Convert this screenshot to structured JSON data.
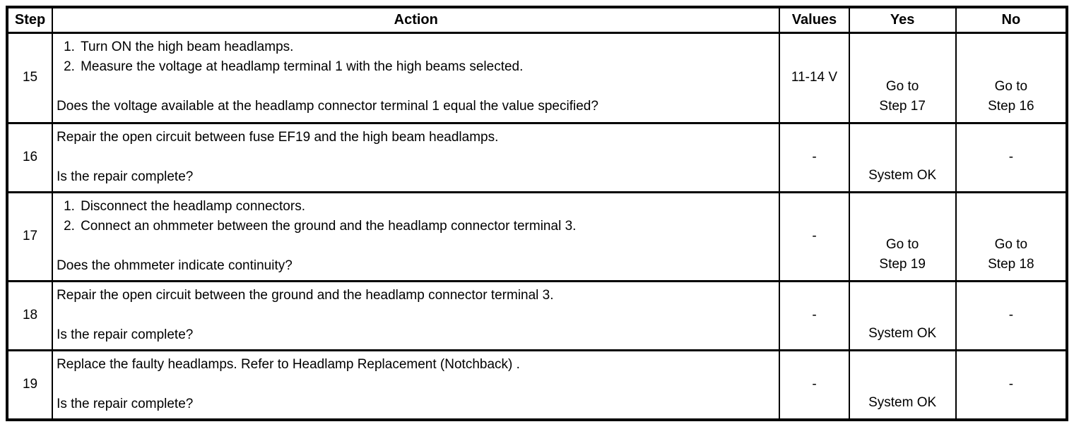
{
  "table": {
    "colors": {
      "border": "#000000",
      "text": "#000000",
      "background": "#ffffff"
    },
    "headers": {
      "step": "Step",
      "action": "Action",
      "values": "Values",
      "yes": "Yes",
      "no": "No"
    },
    "rows": [
      {
        "step": "15",
        "action": {
          "list": [
            {
              "num": "1.",
              "text": "Turn ON the high beam headlamps."
            },
            {
              "num": "2.",
              "text": "Measure the voltage at headlamp terminal 1 with the high beams selected."
            }
          ],
          "question": "Does the voltage available at the headlamp connector terminal 1 equal the value specified?"
        },
        "values": "11-14 V",
        "yes": [
          "Go to",
          "Step 17"
        ],
        "no": [
          "Go to",
          "Step 16"
        ]
      },
      {
        "step": "16",
        "action": {
          "text": "Repair the open circuit between fuse EF19 and the high beam headlamps.",
          "question": "Is the repair complete?"
        },
        "values": "-",
        "yes": [
          "System OK"
        ],
        "no": [
          "-"
        ]
      },
      {
        "step": "17",
        "action": {
          "list": [
            {
              "num": "1.",
              "text": "Disconnect the headlamp connectors."
            },
            {
              "num": "2.",
              "text": "Connect an ohmmeter between the ground and the headlamp connector terminal 3."
            }
          ],
          "question": "Does the ohmmeter indicate continuity?"
        },
        "values": "-",
        "yes": [
          "Go to",
          "Step 19"
        ],
        "no": [
          "Go to",
          "Step 18"
        ]
      },
      {
        "step": "18",
        "action": {
          "text": "Repair the open circuit between the ground and the headlamp connector terminal 3.",
          "question": "Is the repair complete?"
        },
        "values": "-",
        "yes": [
          "System OK"
        ],
        "no": [
          "-"
        ]
      },
      {
        "step": "19",
        "action": {
          "text": "Replace the faulty headlamps. Refer to Headlamp Replacement (Notchback) .",
          "question": "Is the repair complete?"
        },
        "values": "-",
        "yes": [
          "System OK"
        ],
        "no": [
          "-"
        ]
      }
    ]
  }
}
